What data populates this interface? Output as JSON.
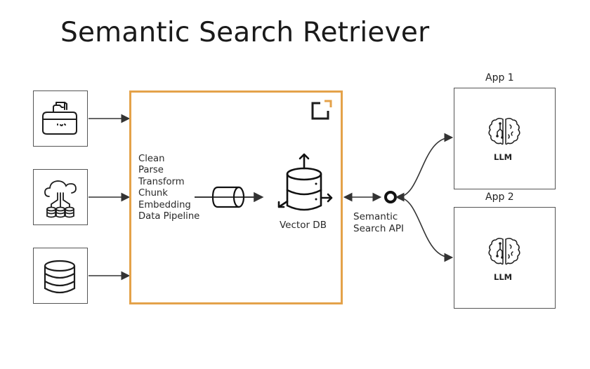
{
  "title": "Semantic Search Retriever",
  "sources": [
    {
      "icon": "folder-icon"
    },
    {
      "icon": "cloud-databases-icon"
    },
    {
      "icon": "database-icon"
    }
  ],
  "pipeline": {
    "steps": [
      "Clean",
      "Parse",
      "Transform",
      "Chunk",
      "Embedding",
      "Data Pipeline"
    ],
    "pipe_icon": "pipe-icon",
    "corner_icon": "expand-icon",
    "vector_db_label": "Vector DB",
    "accent_color": "#E4A24A"
  },
  "api": {
    "label_line1": "Semantic",
    "label_line2": "Search API"
  },
  "apps": [
    {
      "title": "App 1",
      "model_label": "LLM",
      "icon": "brain-icon"
    },
    {
      "title": "App 2",
      "model_label": "LLM",
      "icon": "brain-icon"
    }
  ]
}
